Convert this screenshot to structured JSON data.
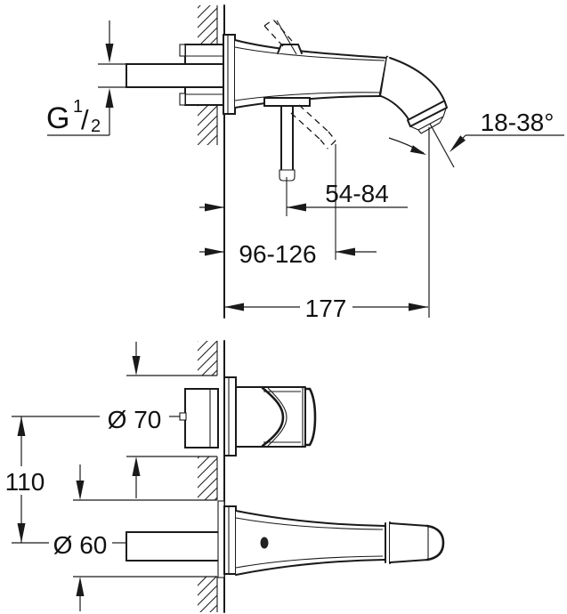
{
  "drawing": {
    "title": "wall-mounted two-hole basin mixer installation drawing",
    "background": "#ffffff",
    "line_color": "#1a1a1a"
  },
  "dimensions": {
    "thread": {
      "prefix": "G",
      "numerator": "1",
      "separator": "/",
      "denominator": "2"
    },
    "spout_angle_range": "18-38°",
    "lever_distance_range": "54-84",
    "outlet_distance_range": "96-126",
    "spout_projection": "177",
    "handle_escutcheon_diameter": "Ø 70",
    "center_distance": "110",
    "spout_escutcheon_diameter": "Ø 60"
  }
}
